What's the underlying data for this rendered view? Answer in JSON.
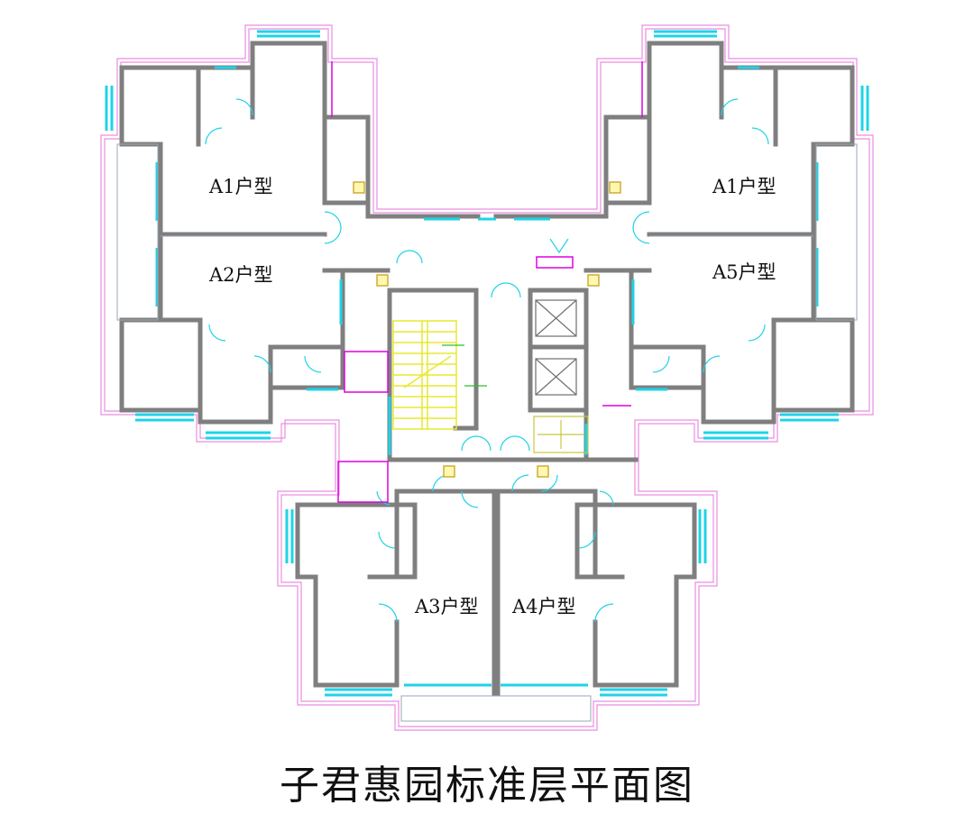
{
  "diagram": {
    "title": "子君惠园标准层平面图",
    "units": [
      {
        "id": "a1-left",
        "label": "A1户型"
      },
      {
        "id": "a1-right",
        "label": "A1户型"
      },
      {
        "id": "a2",
        "label": "A2户型"
      },
      {
        "id": "a5",
        "label": "A5户型"
      },
      {
        "id": "a3",
        "label": "A3户型"
      },
      {
        "id": "a4",
        "label": "A4户型"
      }
    ]
  },
  "colors": {
    "wall": "#7f7f7f",
    "window": "#1fd3e8",
    "outline": "#e98ee0",
    "stair": "#e8e832",
    "lift": "#6e6e6e",
    "magenta": "#e000e0",
    "green": "#2fbf2f"
  }
}
